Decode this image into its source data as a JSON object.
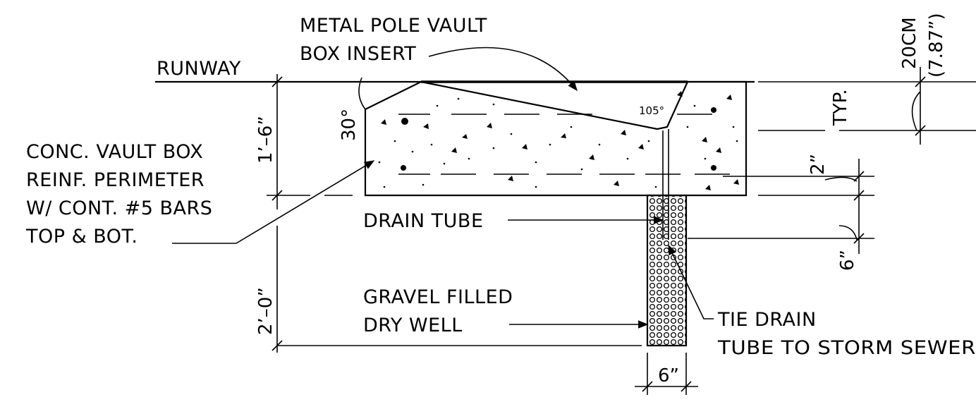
{
  "labels": {
    "runway": "RUNWAY",
    "metal_insert_line1": "METAL POLE VAULT",
    "metal_insert_line2": "BOX INSERT",
    "conc_line1": "CONC. VAULT BOX",
    "conc_line2": "REINF. PERIMETER",
    "conc_line3": "W/ CONT. #5 BARS",
    "conc_line4": "TOP & BOT.",
    "drain_tube": "DRAIN TUBE",
    "gravel_line1": "GRAVEL FILLED",
    "gravel_line2": "DRY WELL",
    "tie_drain_line1": "TIE DRAIN",
    "tie_drain_line2": "TUBE TO STORM SEWER",
    "typ": "TYP."
  },
  "dimensions": {
    "box_depth": "1’–6”",
    "well_depth": "2’–0”",
    "angle_30": "30°",
    "angle_105": "105°",
    "cover_2": "2”",
    "spacing_6": "6”",
    "well_width": "6”",
    "insert_20cm": "20CM",
    "insert_inches": "(7.87”)"
  },
  "colors": {
    "ink": "#000000",
    "paper": "#ffffff"
  }
}
